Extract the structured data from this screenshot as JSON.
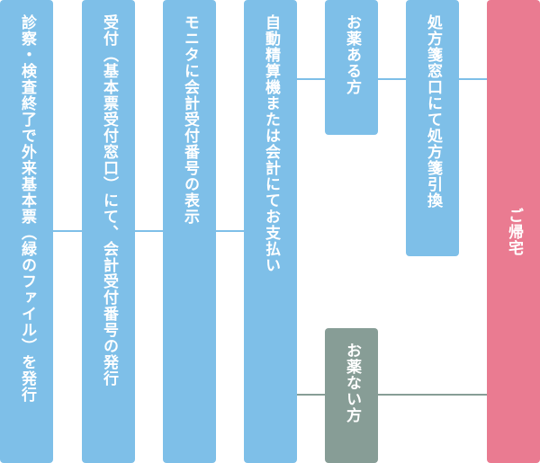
{
  "steps": {
    "step1": "診察・検査終了で外来基本票（緑のファイル）を発行",
    "step2": "受付（基本票受付窓口）にて、会計受付番号の発行",
    "step3": "モニタに会計受付番号の表示",
    "step4": "自動精算機または会計にてお支払い"
  },
  "branches": {
    "with_medicine": "お薬ある方",
    "without_medicine": "お薬ない方"
  },
  "prescription": "処方箋窓口にて処方箋引換",
  "end": "ご帰宅",
  "colors": {
    "step": "#7ebfe8",
    "without_medicine": "#879d96",
    "end": "#ea7b91"
  }
}
